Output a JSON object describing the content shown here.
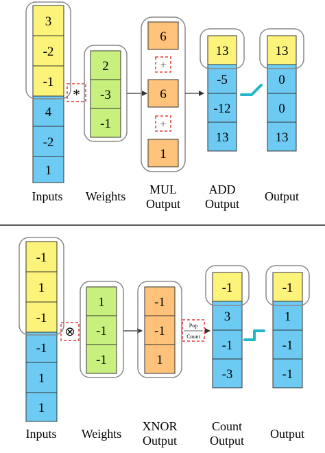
{
  "top": {
    "inputs": [
      "3",
      "-2",
      "-1",
      "4",
      "-2",
      "1"
    ],
    "operator": "*",
    "weights": [
      "2",
      "-3",
      "-1"
    ],
    "mul_values": [
      "6",
      "6",
      "1"
    ],
    "plus_sign": "+",
    "add_values": [
      "13",
      "-5",
      "-12",
      "13"
    ],
    "output_values": [
      "13",
      "0",
      "0",
      "13"
    ],
    "labels": {
      "inputs": "Inputs",
      "weights": "Weights",
      "mul_line1": "MUL",
      "mul_line2": "Output",
      "add_line1": "ADD",
      "add_line2": "Output",
      "output": "Output"
    }
  },
  "bottom": {
    "inputs": [
      "-1",
      "1",
      "-1",
      "-1",
      "1",
      "1"
    ],
    "operator": "⊗",
    "weights": [
      "1",
      "-1",
      "-1"
    ],
    "xnor_values": [
      "-1",
      "-1",
      "1"
    ],
    "popcount_line1": "Pop",
    "popcount_line2": "Count",
    "count_values": [
      "-1",
      "3",
      "-1",
      "-3"
    ],
    "output_values": [
      "-1",
      "1",
      "-1",
      "-1"
    ],
    "labels": {
      "inputs": "Inputs",
      "weights": "Weights",
      "xnor_line1": "XNOR",
      "xnor_line2": "Output",
      "count_line1": "Count",
      "count_line2": "Output",
      "output": "Output"
    }
  },
  "colors": {
    "yellow": "#FCF37A",
    "blue": "#6DCBF3",
    "green": "#C8F07E",
    "orange": "#FFC27B",
    "teal": "#20B7C9",
    "dashed_red": "#E53935",
    "outline_gray": "#888888"
  }
}
